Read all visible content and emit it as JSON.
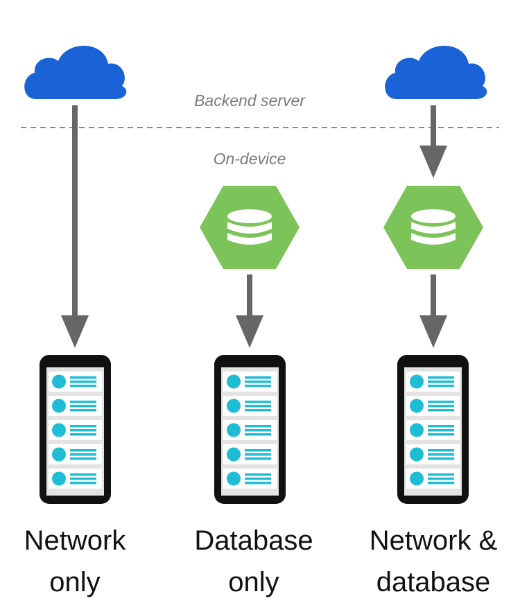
{
  "zones": {
    "backend_label": "Backend server",
    "device_label": "On-device"
  },
  "columns": [
    {
      "id": "network-only",
      "caption_line1": "Network",
      "caption_line2": "only",
      "has_cloud": true,
      "has_database": false
    },
    {
      "id": "database-only",
      "caption_line1": "Database",
      "caption_line2": "only",
      "has_cloud": false,
      "has_database": true
    },
    {
      "id": "network-and-database",
      "caption_line1": "Network &",
      "caption_line2": "database",
      "has_cloud": true,
      "has_database": true
    }
  ],
  "icons": {
    "cloud": "cloud-icon",
    "database": "database-icon",
    "phone": "phone-icon",
    "arrow": "arrow-down-icon"
  },
  "colors": {
    "cloud": "#1a63d6",
    "database_hex": "#7cc35a",
    "arrow": "#666666",
    "phone_body": "#111111",
    "phone_screen": "#e3e3e3",
    "list_dot": "#1fbcd6",
    "divider": "#888888"
  }
}
